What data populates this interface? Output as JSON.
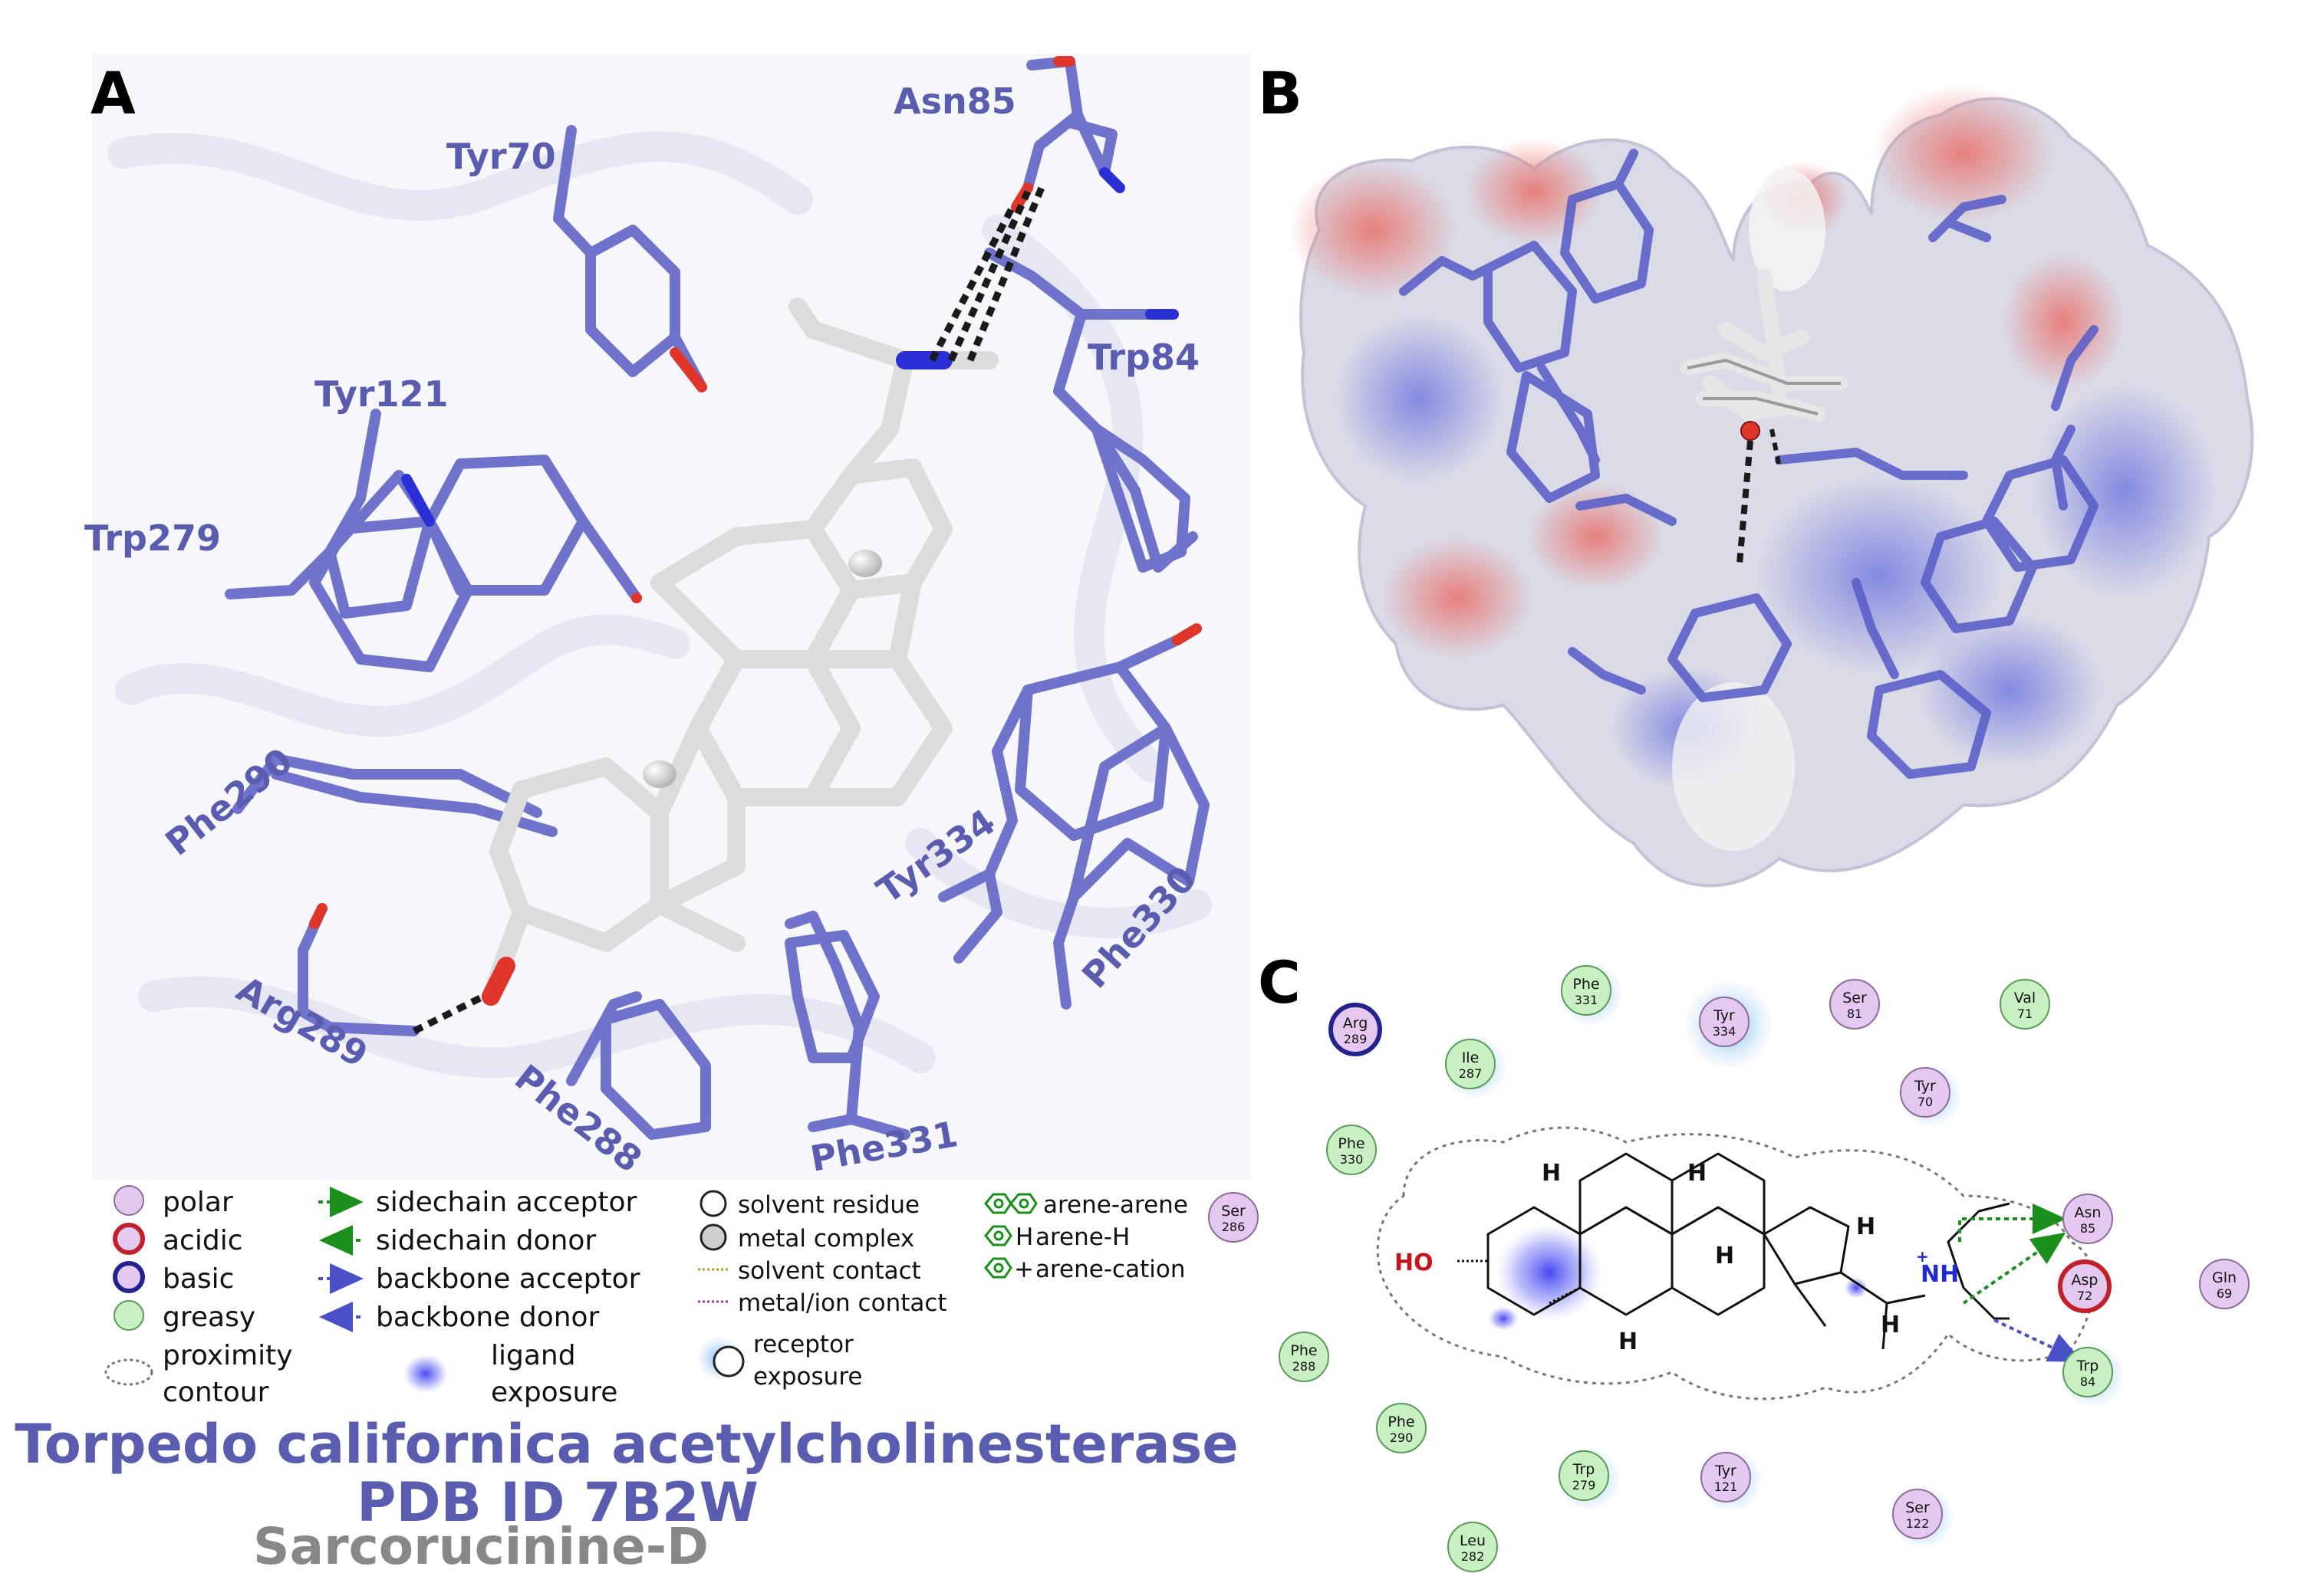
{
  "panels": {
    "a": "A",
    "b": "B",
    "c": "C"
  },
  "residue_labels": [
    {
      "id": "asn85",
      "text": "Asn85"
    },
    {
      "id": "tyr70",
      "text": "Tyr70"
    },
    {
      "id": "tyr121",
      "text": "Tyr121"
    },
    {
      "id": "trp84",
      "text": "Trp84"
    },
    {
      "id": "trp279",
      "text": "Trp279"
    },
    {
      "id": "phe290",
      "text": "Phe290"
    },
    {
      "id": "tyr334",
      "text": "Tyr334"
    },
    {
      "id": "phe330",
      "text": "Phe330"
    },
    {
      "id": "arg289",
      "text": "Arg289"
    },
    {
      "id": "phe288",
      "text": "Phe288"
    },
    {
      "id": "phe331",
      "text": "Phe331"
    }
  ],
  "legend": {
    "residue_types": [
      "polar",
      "acidic",
      "basic",
      "greasy"
    ],
    "proximity": [
      "proximity",
      "contour"
    ],
    "ligand_exposure": [
      "ligand",
      "exposure"
    ],
    "interactions": [
      "sidechain acceptor",
      "sidechain donor",
      "backbone acceptor",
      "backbone donor"
    ],
    "solvent": [
      "solvent residue",
      "metal complex",
      "solvent contact",
      "metal/ion contact"
    ],
    "receptor_exposure": [
      "receptor",
      "exposure"
    ],
    "arene": [
      "arene-arene",
      "arene-H",
      "arene-cation"
    ],
    "arene_glyph_h": "H",
    "arene_glyph_plus": "+"
  },
  "title": {
    "line1": "Torpedo californica acetylcholinesterase",
    "line2": "PDB ID 7B2W",
    "line3": "Sarcorucinine-D"
  },
  "diagram_nodes": [
    {
      "id": "arg289",
      "name": "Arg",
      "num": "289",
      "type": "basic"
    },
    {
      "id": "phe331",
      "name": "Phe",
      "num": "331",
      "type": "greasy"
    },
    {
      "id": "tyr334",
      "name": "Tyr",
      "num": "334",
      "type": "polar"
    },
    {
      "id": "ser81",
      "name": "Ser",
      "num": "81",
      "type": "polar"
    },
    {
      "id": "val71",
      "name": "Val",
      "num": "71",
      "type": "greasy"
    },
    {
      "id": "ile287",
      "name": "Ile",
      "num": "287",
      "type": "greasy"
    },
    {
      "id": "tyr70",
      "name": "Tyr",
      "num": "70",
      "type": "polar"
    },
    {
      "id": "phe330",
      "name": "Phe",
      "num": "330",
      "type": "greasy"
    },
    {
      "id": "ser286",
      "name": "Ser",
      "num": "286",
      "type": "polar"
    },
    {
      "id": "asn85",
      "name": "Asn",
      "num": "85",
      "type": "polar"
    },
    {
      "id": "asp72",
      "name": "Asp",
      "num": "72",
      "type": "acidic"
    },
    {
      "id": "gln69",
      "name": "Gln",
      "num": "69",
      "type": "polar"
    },
    {
      "id": "trp84",
      "name": "Trp",
      "num": "84",
      "type": "greasy"
    },
    {
      "id": "phe288",
      "name": "Phe",
      "num": "288",
      "type": "greasy"
    },
    {
      "id": "phe290",
      "name": "Phe",
      "num": "290",
      "type": "greasy"
    },
    {
      "id": "trp279",
      "name": "Trp",
      "num": "279",
      "type": "greasy"
    },
    {
      "id": "tyr121",
      "name": "Tyr",
      "num": "121",
      "type": "polar"
    },
    {
      "id": "ser122",
      "name": "Ser",
      "num": "122",
      "type": "polar"
    },
    {
      "id": "leu282",
      "name": "Leu",
      "num": "282",
      "type": "greasy"
    }
  ],
  "ligand_atoms": {
    "ho": "HO",
    "nh": "NH",
    "plus": "+",
    "h": "H"
  },
  "colors": {
    "residue_stick": "#6f73cc",
    "ligand_stick": "#dcdcdc",
    "oxygen": "#e0352b",
    "nitrogen": "#2a2fd6",
    "polar": "#e4c8ef",
    "acidic_ring": "#c0202a",
    "basic_ring": "#23238f",
    "greasy": "#c9f0c2",
    "sidechain": "#1b8f1b",
    "backbone": "#4a50c8",
    "label": "#5a5cb0"
  }
}
